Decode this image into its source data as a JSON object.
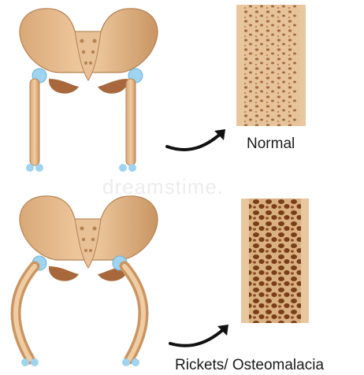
{
  "normal": {
    "label": "Normal"
  },
  "rickets": {
    "label": "Rickets/ Osteomalacia"
  },
  "watermark": "dreamstime.",
  "colors": {
    "bone": "#e4b98a",
    "bone_shadow": "#c08a5a",
    "bone_dark": "#8b5a34",
    "joint": "#9fd3ef",
    "tissue_light": "#e8c79e",
    "tissue_dark": "#8a4a22",
    "arrow": "#111111"
  }
}
